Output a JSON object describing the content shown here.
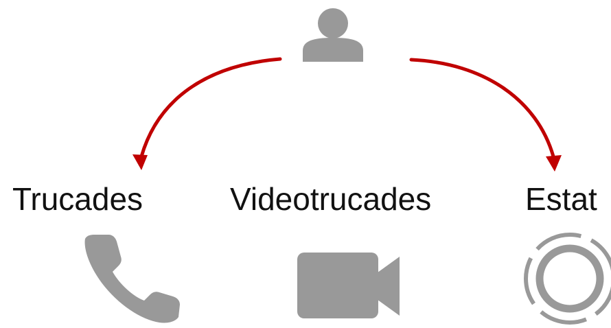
{
  "diagram": {
    "labels": {
      "calls": "Trucades",
      "videocalls": "Videotrucades",
      "status": "Estat"
    }
  },
  "colors": {
    "arrow": "#c00000",
    "icon": "#999999",
    "text": "#111111",
    "background": "#ffffff"
  },
  "icons": {
    "top": "person-icon",
    "calls": "phone-icon",
    "videocalls": "video-camera-icon",
    "status": "status-ring-icon"
  }
}
